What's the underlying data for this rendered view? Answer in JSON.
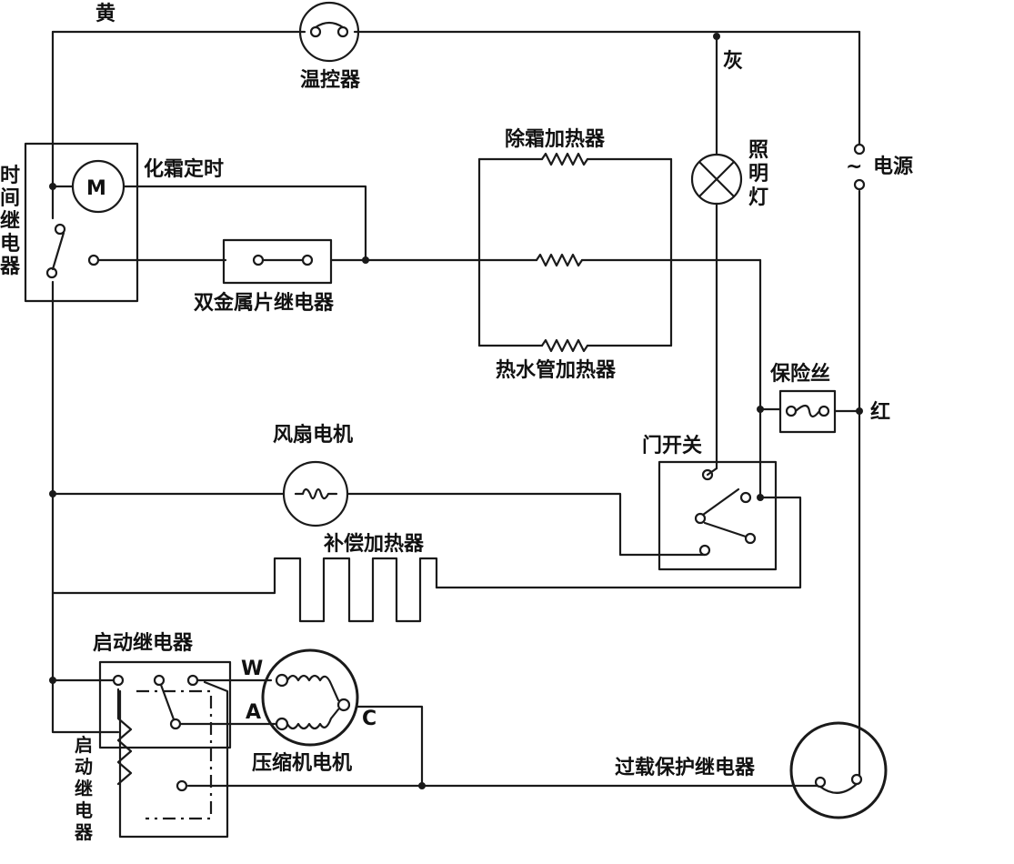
{
  "labels": {
    "yellow": "黄",
    "thermostat": "温控器",
    "gray": "灰",
    "time_relay": [
      "时",
      "间",
      "继",
      "电",
      "器"
    ],
    "motor_letter": "M",
    "defrost_timer": "化霜定时",
    "defrost_heater": "除霜加热器",
    "lamp": [
      "照",
      "明",
      "灯"
    ],
    "power": "电源",
    "tilde": "~",
    "bimetal_relay": "双金属片继电器",
    "hot_water_heater": "热水管加热器",
    "fuse": "保险丝",
    "red": "红",
    "fan_motor": "风扇电机",
    "door_switch": "门开关",
    "comp_heater": "补偿加热器",
    "start_relay_top": "启动继电器",
    "start_relay_side": [
      "启",
      "动",
      "继",
      "电",
      "器"
    ],
    "w": "W",
    "a": "A",
    "c": "C",
    "compressor_motor": "压缩机电机",
    "overload_relay": "过载保护继电器"
  }
}
